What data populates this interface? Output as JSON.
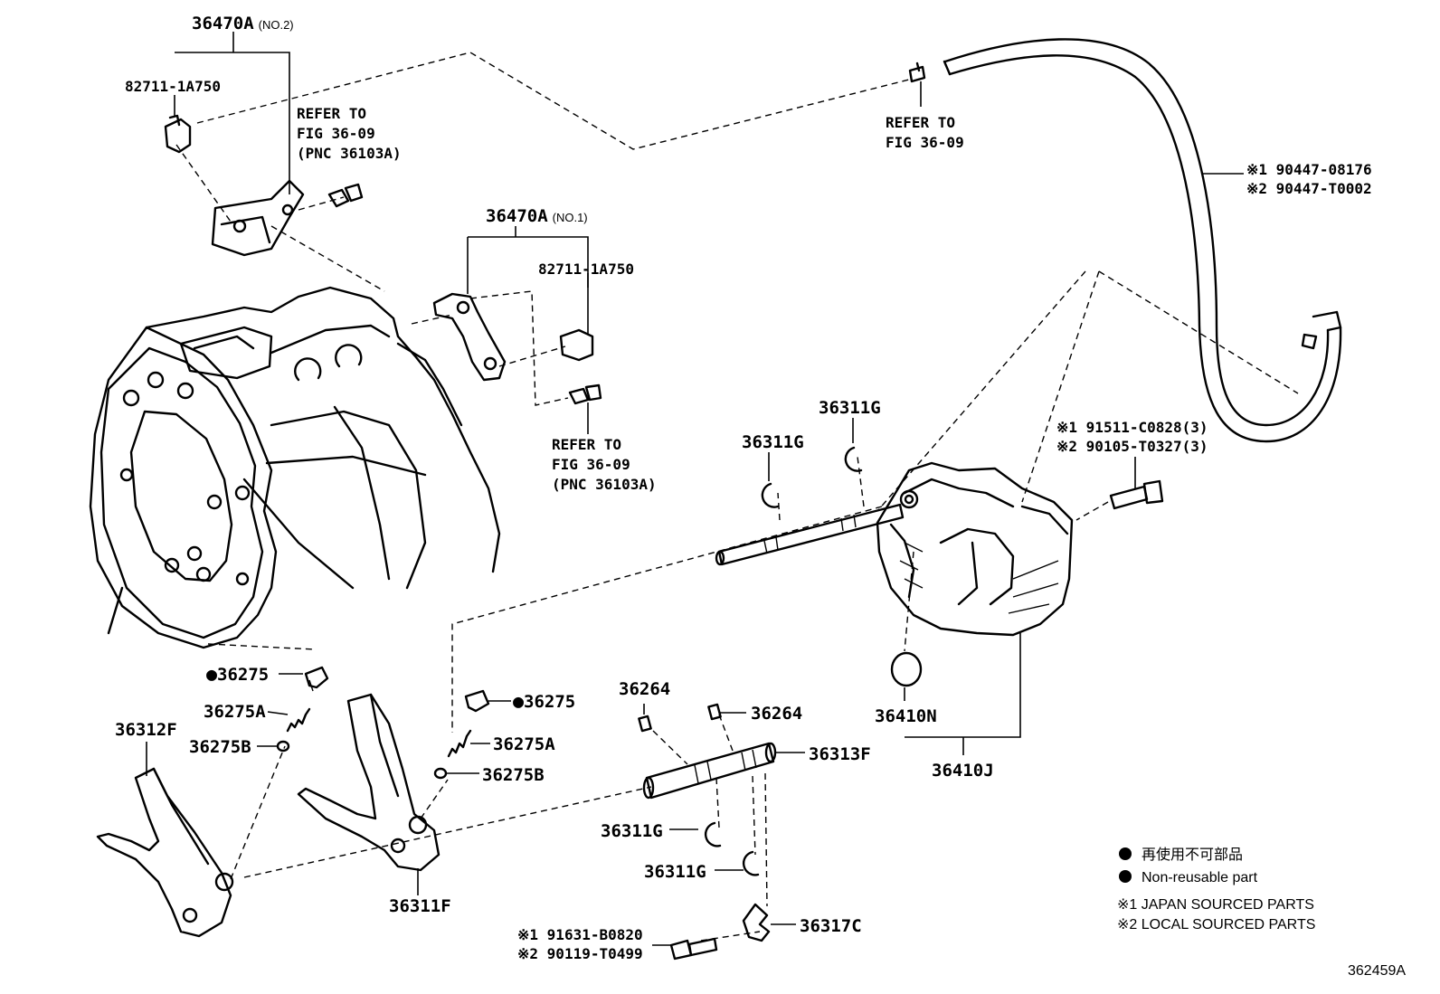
{
  "labels": {
    "sensor_no2": "36470A",
    "sensor_no2_sub": "(NO.2)",
    "sensor_no1": "36470A",
    "sensor_no1_sub": "(NO.1)",
    "connector_top": "82711-1A750",
    "connector_mid": "82711-1A750",
    "ref_top": [
      "REFER TO",
      "FIG 36-09",
      "(PNC 36103A)"
    ],
    "ref_hose": [
      "REFER TO",
      "FIG 36-09"
    ],
    "ref_mid": [
      "REFER TO",
      "FIG 36-09",
      "(PNC 36103A)"
    ],
    "hose_parts": [
      "※1 90447-08176",
      "※2 90447-T0002"
    ],
    "bolt_parts": [
      "※1 91511-C0828(3)",
      "※2 90105-T0327(3)"
    ],
    "ring_a": "36311G",
    "ring_b": "36311G",
    "ring_c": "36311G",
    "ring_d": "36311G",
    "plug_left": "36275",
    "spring_left": "36275A",
    "ball_left": "36275B",
    "plug_right": "36275",
    "spring_right": "36275A",
    "ball_right": "36275B",
    "fork_left": "36312F",
    "fork_right": "36311F",
    "pin_a": "36264",
    "pin_b": "36264",
    "shaft": "36313F",
    "oring": "36410N",
    "housing": "36410J",
    "lock": "36317C",
    "lock_bolt": [
      "※1 91631-B0820",
      "※2 90119-T0499"
    ],
    "figure_id": "362459A"
  },
  "legend": {
    "nonreusable_jp": "再使用不可部品",
    "nonreusable_en": "Non-reusable part",
    "note1": "※1 JAPAN SOURCED PARTS",
    "note2": "※2 LOCAL SOURCED PARTS"
  }
}
